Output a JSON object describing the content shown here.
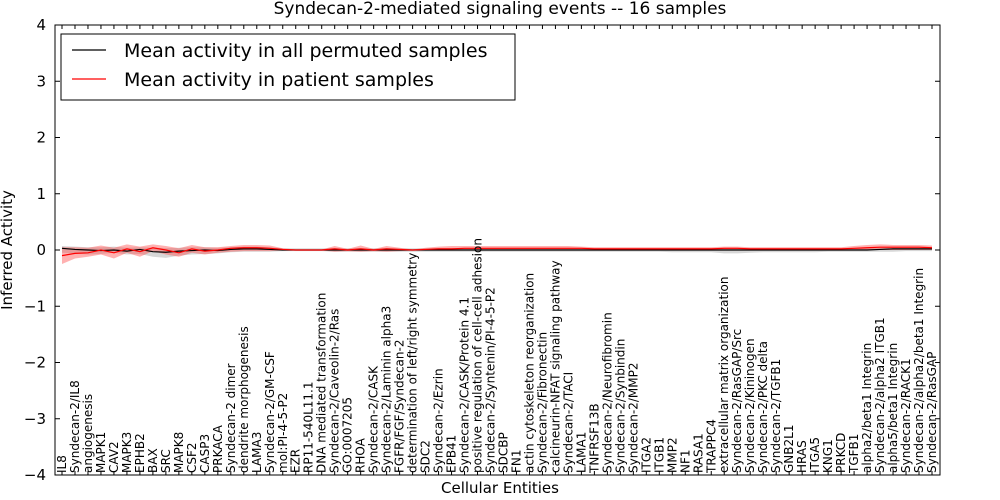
{
  "chart_data": {
    "type": "line",
    "title": "Syndecan-2-mediated signaling events -- 16 samples",
    "xlabel": "Cellular Entities",
    "ylabel": "Inferred Activity",
    "ylim": [
      -4,
      4
    ],
    "yticks": [
      "−4",
      "−3",
      "−2",
      "−1",
      "0",
      "1",
      "2",
      "3",
      "4"
    ],
    "grid": false,
    "legend_position": "top-left",
    "categories": [
      "IL8",
      "Syndecan-2/IL8",
      "angiogenesis",
      "MAPK1",
      "CAV2",
      "MAPK3",
      "EPHB2",
      "BAX",
      "SRC",
      "MAPK8",
      "CSF2",
      "CASP3",
      "PRKACA",
      "Syndecan-2 dimer",
      "dendrite morphogenesis",
      "LAMA3",
      "Syndecan-2/GM-CSF",
      "mol:PI-4-5-P2",
      "EZR",
      "RP11-540L11.1",
      "DNA mediated transformation",
      "Syndecan-2/Caveolin-2/Ras",
      "GO:0007205",
      "RHOA",
      "Syndecan-2/CASK",
      "Syndecan-2/Laminin alpha3",
      "FGFR/FGF/Syndecan-2",
      "determination of left/right symmetry",
      "SDC2",
      "Syndecan-2/Ezrin",
      "EPB41",
      "Syndecan-2/CASK/Protein 4.1",
      "positive regulation of cell-cell adhesion",
      "Syndecan-2/Syntenin/PI-4-5-P2",
      "SDCBP",
      "FN1",
      "actin cytoskeleton reorganization",
      "Syndecan-2/Fibronectin",
      "calcineurin-NFAT signaling pathway",
      "Syndecan-2/TACI",
      "LAMA1",
      "TNFRSF13B",
      "Syndecan-2/Neurofibromin",
      "Syndecan-2/Synbindin",
      "Syndecan-2/MMP2",
      "ITGA2",
      "ITGB1",
      "MMP2",
      "NF1",
      "RASA1",
      "TRAPPC4",
      "extracellular matrix organization",
      "Syndecan-2/RasGAP/Src",
      "Syndecan-2/Kininogen",
      "Syndecan-2/PKC delta",
      "Syndecan-2/TGFB1",
      "GNB2L1",
      "HRAS",
      "ITGA5",
      "KNG1",
      "PRKCD",
      "TGFB1",
      "alpha2/beta1 Integrin",
      "Syndecan-2/alpha2 ITGB1",
      "alpha5/beta1 Integrin",
      "Syndecan-2/RACK1",
      "Syndecan-2/alpha2/beta1 Integrin",
      "Syndecan-2/RasGAP"
    ],
    "series": [
      {
        "name": "Mean activity in all permuted samples",
        "color": "#000000",
        "values": [
          0.03,
          0.01,
          0.0,
          -0.01,
          0.0,
          -0.02,
          0.01,
          -0.03,
          -0.04,
          -0.02,
          -0.01,
          0.0,
          -0.01,
          0.01,
          0.02,
          0.02,
          0.01,
          0.0,
          0.0,
          0.0,
          0.0,
          0.0,
          0.0,
          0.0,
          0.0,
          0.0,
          0.0,
          0.0,
          0.0,
          0.0,
          0.0,
          0.0,
          0.0,
          0.0,
          0.0,
          0.0,
          0.0,
          0.0,
          0.0,
          0.0,
          0.0,
          0.0,
          0.0,
          0.0,
          0.0,
          0.0,
          0.0,
          0.0,
          0.0,
          0.0,
          0.0,
          0.0,
          0.0,
          0.0,
          0.0,
          0.0,
          0.0,
          0.0,
          0.0,
          0.0,
          0.0,
          0.0,
          0.0,
          0.01,
          0.02,
          0.02,
          0.02,
          0.02
        ],
        "band_low": [
          -0.05,
          -0.06,
          -0.08,
          -0.07,
          -0.05,
          -0.08,
          -0.07,
          -0.12,
          -0.14,
          -0.1,
          -0.08,
          -0.07,
          -0.06,
          -0.04,
          -0.03,
          -0.03,
          -0.03,
          -0.02,
          -0.02,
          -0.02,
          -0.02,
          -0.03,
          -0.03,
          -0.03,
          -0.03,
          -0.03,
          -0.03,
          -0.03,
          -0.03,
          -0.03,
          -0.03,
          -0.03,
          -0.03,
          -0.03,
          -0.03,
          -0.03,
          -0.03,
          -0.03,
          -0.03,
          -0.03,
          -0.03,
          -0.03,
          -0.03,
          -0.03,
          -0.03,
          -0.03,
          -0.03,
          -0.04,
          -0.04,
          -0.04,
          -0.04,
          -0.06,
          -0.06,
          -0.05,
          -0.04,
          -0.04,
          -0.04,
          -0.04,
          -0.04,
          -0.03,
          -0.03,
          -0.03,
          -0.03,
          -0.03,
          -0.03,
          -0.02,
          -0.02,
          -0.02
        ],
        "band_high": [
          0.07,
          0.06,
          0.05,
          0.05,
          0.06,
          0.04,
          0.05,
          0.04,
          0.03,
          0.04,
          0.05,
          0.05,
          0.04,
          0.05,
          0.06,
          0.06,
          0.05,
          0.03,
          0.03,
          0.03,
          0.03,
          0.03,
          0.03,
          0.03,
          0.03,
          0.03,
          0.03,
          0.03,
          0.03,
          0.03,
          0.03,
          0.03,
          0.03,
          0.03,
          0.03,
          0.03,
          0.03,
          0.03,
          0.03,
          0.03,
          0.03,
          0.03,
          0.03,
          0.03,
          0.03,
          0.03,
          0.03,
          0.03,
          0.03,
          0.03,
          0.03,
          0.03,
          0.03,
          0.03,
          0.03,
          0.03,
          0.03,
          0.03,
          0.03,
          0.03,
          0.03,
          0.03,
          0.03,
          0.04,
          0.05,
          0.05,
          0.05,
          0.05
        ]
      },
      {
        "name": "Mean activity in patient samples",
        "color": "#ff0000",
        "values": [
          -0.1,
          -0.06,
          -0.05,
          0.0,
          -0.05,
          0.02,
          -0.03,
          0.04,
          0.0,
          -0.05,
          0.02,
          -0.02,
          0.0,
          0.03,
          0.04,
          0.04,
          0.03,
          0.01,
          0.0,
          0.0,
          0.0,
          0.02,
          0.0,
          0.02,
          0.0,
          0.02,
          0.01,
          0.0,
          0.01,
          0.02,
          0.02,
          0.03,
          0.03,
          0.03,
          0.03,
          0.03,
          0.03,
          0.03,
          0.03,
          0.03,
          0.03,
          0.02,
          0.02,
          0.02,
          0.02,
          0.02,
          0.02,
          0.02,
          0.02,
          0.02,
          0.02,
          0.03,
          0.03,
          0.02,
          0.02,
          0.02,
          0.02,
          0.02,
          0.02,
          0.02,
          0.02,
          0.03,
          0.04,
          0.05,
          0.05,
          0.05,
          0.05,
          0.04
        ],
        "band_low": [
          -0.25,
          -0.15,
          -0.12,
          -0.08,
          -0.15,
          -0.05,
          -0.12,
          -0.02,
          -0.08,
          -0.12,
          -0.05,
          -0.08,
          -0.05,
          -0.03,
          -0.02,
          -0.02,
          -0.02,
          -0.01,
          -0.01,
          -0.01,
          -0.01,
          -0.03,
          -0.02,
          -0.03,
          -0.02,
          -0.03,
          -0.02,
          -0.01,
          -0.01,
          -0.01,
          -0.01,
          0.0,
          0.0,
          0.0,
          0.0,
          0.0,
          0.0,
          0.0,
          0.0,
          0.0,
          0.0,
          0.0,
          0.0,
          0.0,
          0.0,
          0.0,
          0.0,
          0.0,
          0.0,
          0.0,
          0.0,
          0.0,
          0.0,
          0.0,
          0.0,
          0.0,
          0.0,
          0.0,
          0.0,
          0.0,
          0.0,
          0.0,
          0.0,
          0.0,
          0.0,
          0.0,
          0.0,
          0.0
        ],
        "band_high": [
          0.05,
          0.05,
          0.04,
          0.08,
          0.04,
          0.1,
          0.06,
          0.1,
          0.07,
          0.03,
          0.09,
          0.05,
          0.05,
          0.07,
          0.09,
          0.09,
          0.08,
          0.03,
          0.01,
          0.01,
          0.01,
          0.07,
          0.02,
          0.08,
          0.02,
          0.07,
          0.04,
          0.01,
          0.04,
          0.06,
          0.07,
          0.07,
          0.07,
          0.07,
          0.07,
          0.07,
          0.07,
          0.07,
          0.07,
          0.07,
          0.06,
          0.05,
          0.05,
          0.05,
          0.05,
          0.05,
          0.05,
          0.05,
          0.05,
          0.05,
          0.05,
          0.06,
          0.06,
          0.05,
          0.05,
          0.05,
          0.05,
          0.05,
          0.05,
          0.05,
          0.05,
          0.07,
          0.09,
          0.1,
          0.09,
          0.09,
          0.09,
          0.08
        ]
      }
    ]
  }
}
